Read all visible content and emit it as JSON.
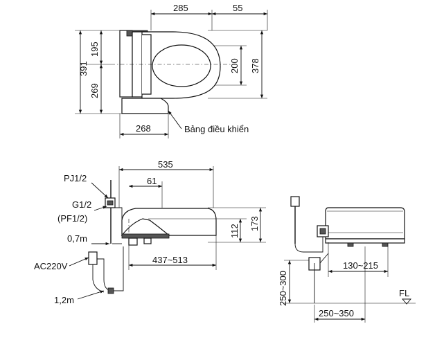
{
  "top_view": {
    "dim_width_left": "285",
    "dim_width_right": "55",
    "dim_total_height": "391",
    "dim_upper": "195",
    "dim_lower": "269",
    "dim_inner": "200",
    "dim_outer": "378",
    "dim_panel": "268",
    "label_remote": "Bảng điều khiển"
  },
  "side_view": {
    "dim_length": "535",
    "dim_offset": "61",
    "dim_height_total": "173",
    "dim_height_seat": "112",
    "dim_range": "437~513",
    "label_pj": "PJ1/2",
    "label_g": "G1/2",
    "label_pf": "(PF1/2)",
    "label_hose": "0,7m",
    "label_power": "AC220V",
    "label_cord": "1,2m"
  },
  "rear_view": {
    "dim_vertical": "250~300",
    "dim_offset": "130~215",
    "dim_horizontal": "250~350",
    "label_floor": "FL"
  }
}
